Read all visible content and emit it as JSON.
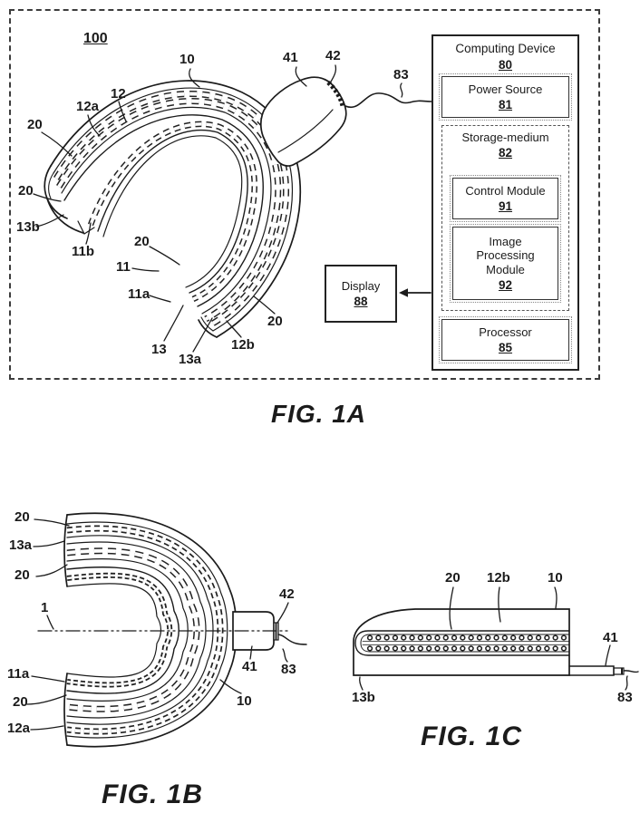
{
  "style": {
    "ink": "#1b1b1b",
    "background": "#ffffff"
  },
  "part_refs": {
    "r100": "100",
    "r10": "10",
    "r12": "12",
    "r12a": "12a",
    "r12b": "12b",
    "r13": "13",
    "r13a": "13a",
    "r13b": "13b",
    "r11": "11",
    "r11a": "11a",
    "r11b": "11b",
    "r20": "20",
    "r41": "41",
    "r42": "42",
    "r83": "83",
    "r1": "1"
  },
  "figure_1a": {
    "caption": "FIG. 1A",
    "device_ref": "100",
    "computing_device": {
      "label": "Computing Device",
      "ref": "80"
    },
    "power_source": {
      "label": "Power Source",
      "ref": "81"
    },
    "storage_medium": {
      "label": "Storage-medium",
      "ref": "82"
    },
    "control_module": {
      "label": "Control Module",
      "ref": "91"
    },
    "image_processing_module": {
      "label": "Image Processing Module",
      "ref": "92"
    },
    "processor": {
      "label": "Processor",
      "ref": "85"
    },
    "display": {
      "label": "Display",
      "ref": "88"
    }
  },
  "figure_1b": {
    "caption": "FIG. 1B",
    "axis_ref": "1"
  },
  "figure_1c": {
    "caption": "FIG. 1C"
  }
}
